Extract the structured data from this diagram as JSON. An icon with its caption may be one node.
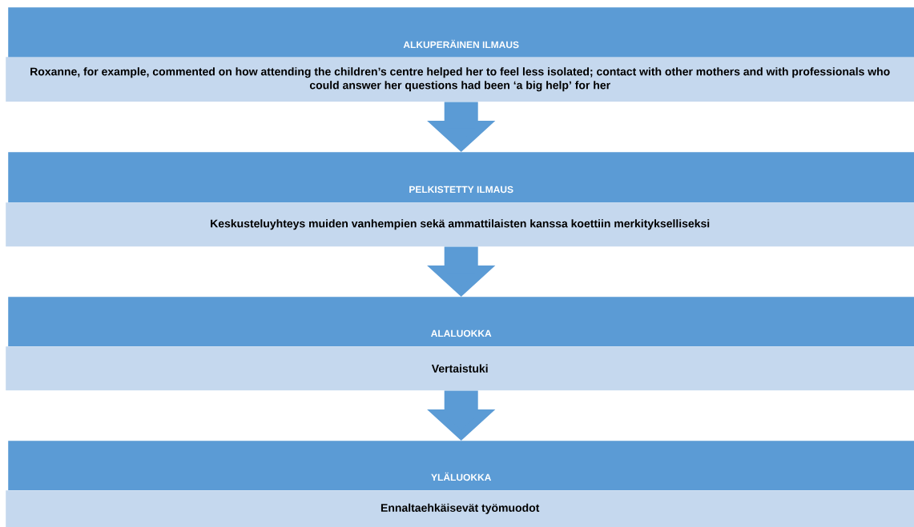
{
  "diagram": {
    "nodes": [
      {
        "text": [
          "ALKUPERÄINEN ILMAUS"
        ]
      },
      {
        "text": [
          "Roxanne, for example, commented on how attending the children’s centre helped her to feel less isolated; contact with other mothers and with professionals who could answer her questions had been ‘a big help’ for her"
        ]
      },
      {
        "text": [
          "PELKISTETTY ILMAUS"
        ]
      },
      {
        "text": [
          "Keskusteluyhteys muiden vanhempien sekä ammattilaisten kanssa koettiin merkitykselliseksi"
        ]
      },
      {
        "text": [
          "ALALUOKKA"
        ]
      },
      {
        "text": [
          "Vertaistuki"
        ]
      },
      {
        "text": [
          "YLÄLUOKKA"
        ]
      },
      {
        "text": [
          "Ennaltaehkäisevät työmuodot"
        ]
      }
    ],
    "edges": [
      {
        "from": 1,
        "to": 2,
        "arrow": "to"
      },
      {
        "from": 3,
        "to": 4,
        "arrow": "to"
      },
      {
        "from": 5,
        "to": 6,
        "arrow": "to"
      }
    ]
  }
}
